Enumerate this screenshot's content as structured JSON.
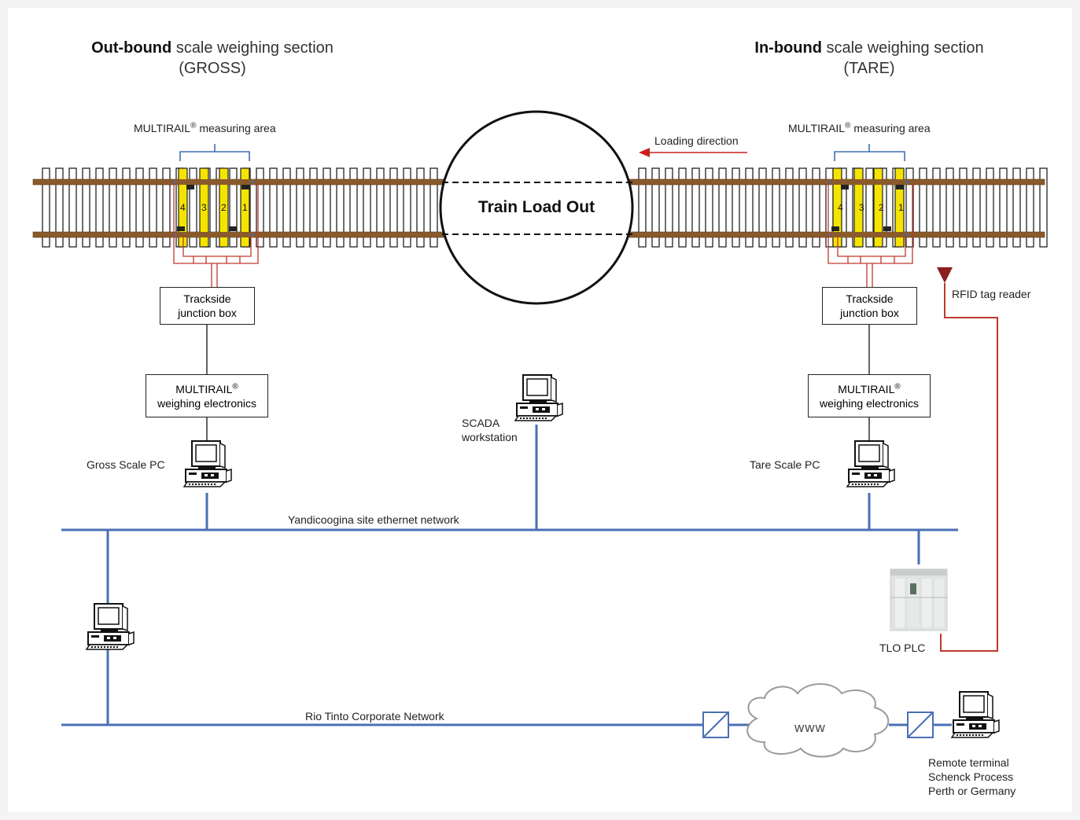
{
  "headers": {
    "outbound": {
      "bold": "Out-bound",
      "rest": "scale weighing section",
      "sub": "(GROSS)"
    },
    "inbound": {
      "bold": "In-bound",
      "rest": "scale weighing section",
      "sub": "(TARE)"
    }
  },
  "measuring_area": {
    "left": "MULTIRAIL",
    "right": "MULTIRAIL",
    "reg": "®",
    "suffix": " measuring area"
  },
  "loading_direction": "Loading direction",
  "center": "Train Load Out",
  "load_cells": [
    "4",
    "3",
    "2",
    "1"
  ],
  "junction_box": {
    "line1": "Trackside",
    "line2": "junction box"
  },
  "electronics": {
    "line1": "MULTIRAIL",
    "reg": "®",
    "line2": "weighing electronics"
  },
  "labels": {
    "gross_pc": "Gross Scale PC",
    "tare_pc": "Tare Scale PC",
    "scada_1": "SCADA",
    "scada_2": "workstation",
    "rfid": "RFID tag reader",
    "site_network": "Yandicoogina site ethernet network",
    "corporate_network": "Rio Tinto Corporate Network",
    "tlo_plc": "TLO PLC",
    "www": "www",
    "remote_1": "Remote terminal",
    "remote_2": "Schenck Process",
    "remote_3": "Perth or Germany"
  },
  "colors": {
    "network": "#4a6fb5",
    "signal": "#c0392b",
    "rail": "#8a5a2b",
    "cell": "#f4e400",
    "bracket": "#3b6fb6",
    "arrow": "#cc1f1f"
  },
  "icons": [
    "computer-icon",
    "plc-icon",
    "cloud-icon",
    "media-converter-icon",
    "rfid-antenna-icon",
    "arrow-left-icon"
  ]
}
